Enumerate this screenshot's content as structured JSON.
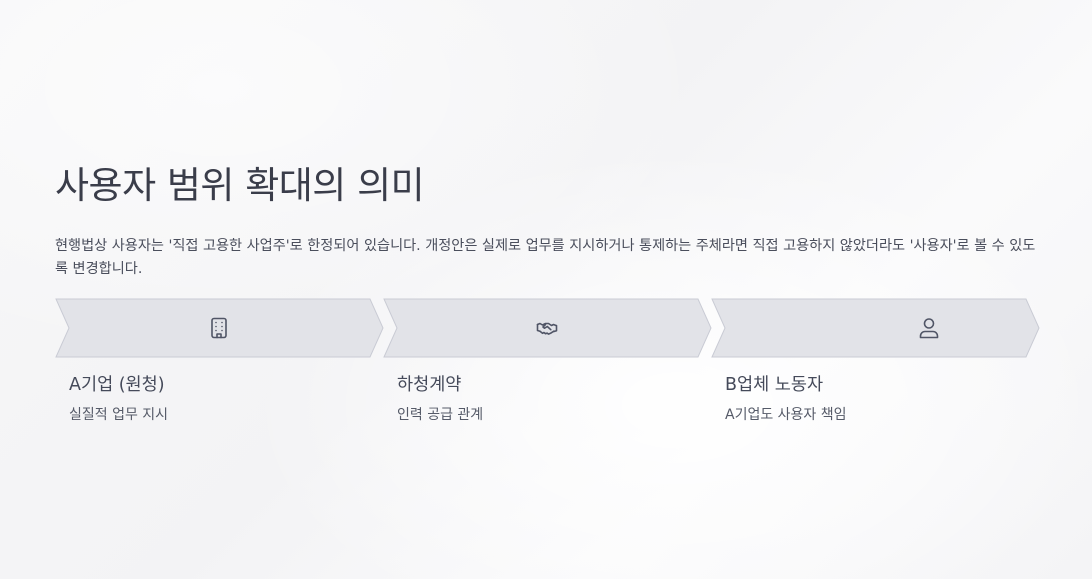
{
  "slide": {
    "title": "사용자 범위 확대의 의미",
    "description": "현행법상 사용자는 '직접 고용한 사업주'로 한정되어 있습니다. 개정안은 실제로 업무를 지시하거나 통제하는 주체라면 직접 고용하지 않았더라도 '사용자'로 볼 수 있도록 변경합니다."
  },
  "flow": {
    "steps": [
      {
        "icon": "building-icon",
        "title": "A기업 (원청)",
        "subtitle": "실질적 업무 지시"
      },
      {
        "icon": "handshake-icon",
        "title": "하청계약",
        "subtitle": "인력 공급 관계"
      },
      {
        "icon": "person-icon",
        "title": "B업체 노동자",
        "subtitle": "A기업도 사용자 책임"
      }
    ]
  },
  "colors": {
    "chevron_fill": "#e2e3e8",
    "chevron_stroke": "#c9cbd4",
    "text_primary": "#3a3d4a",
    "icon": "#505566"
  }
}
